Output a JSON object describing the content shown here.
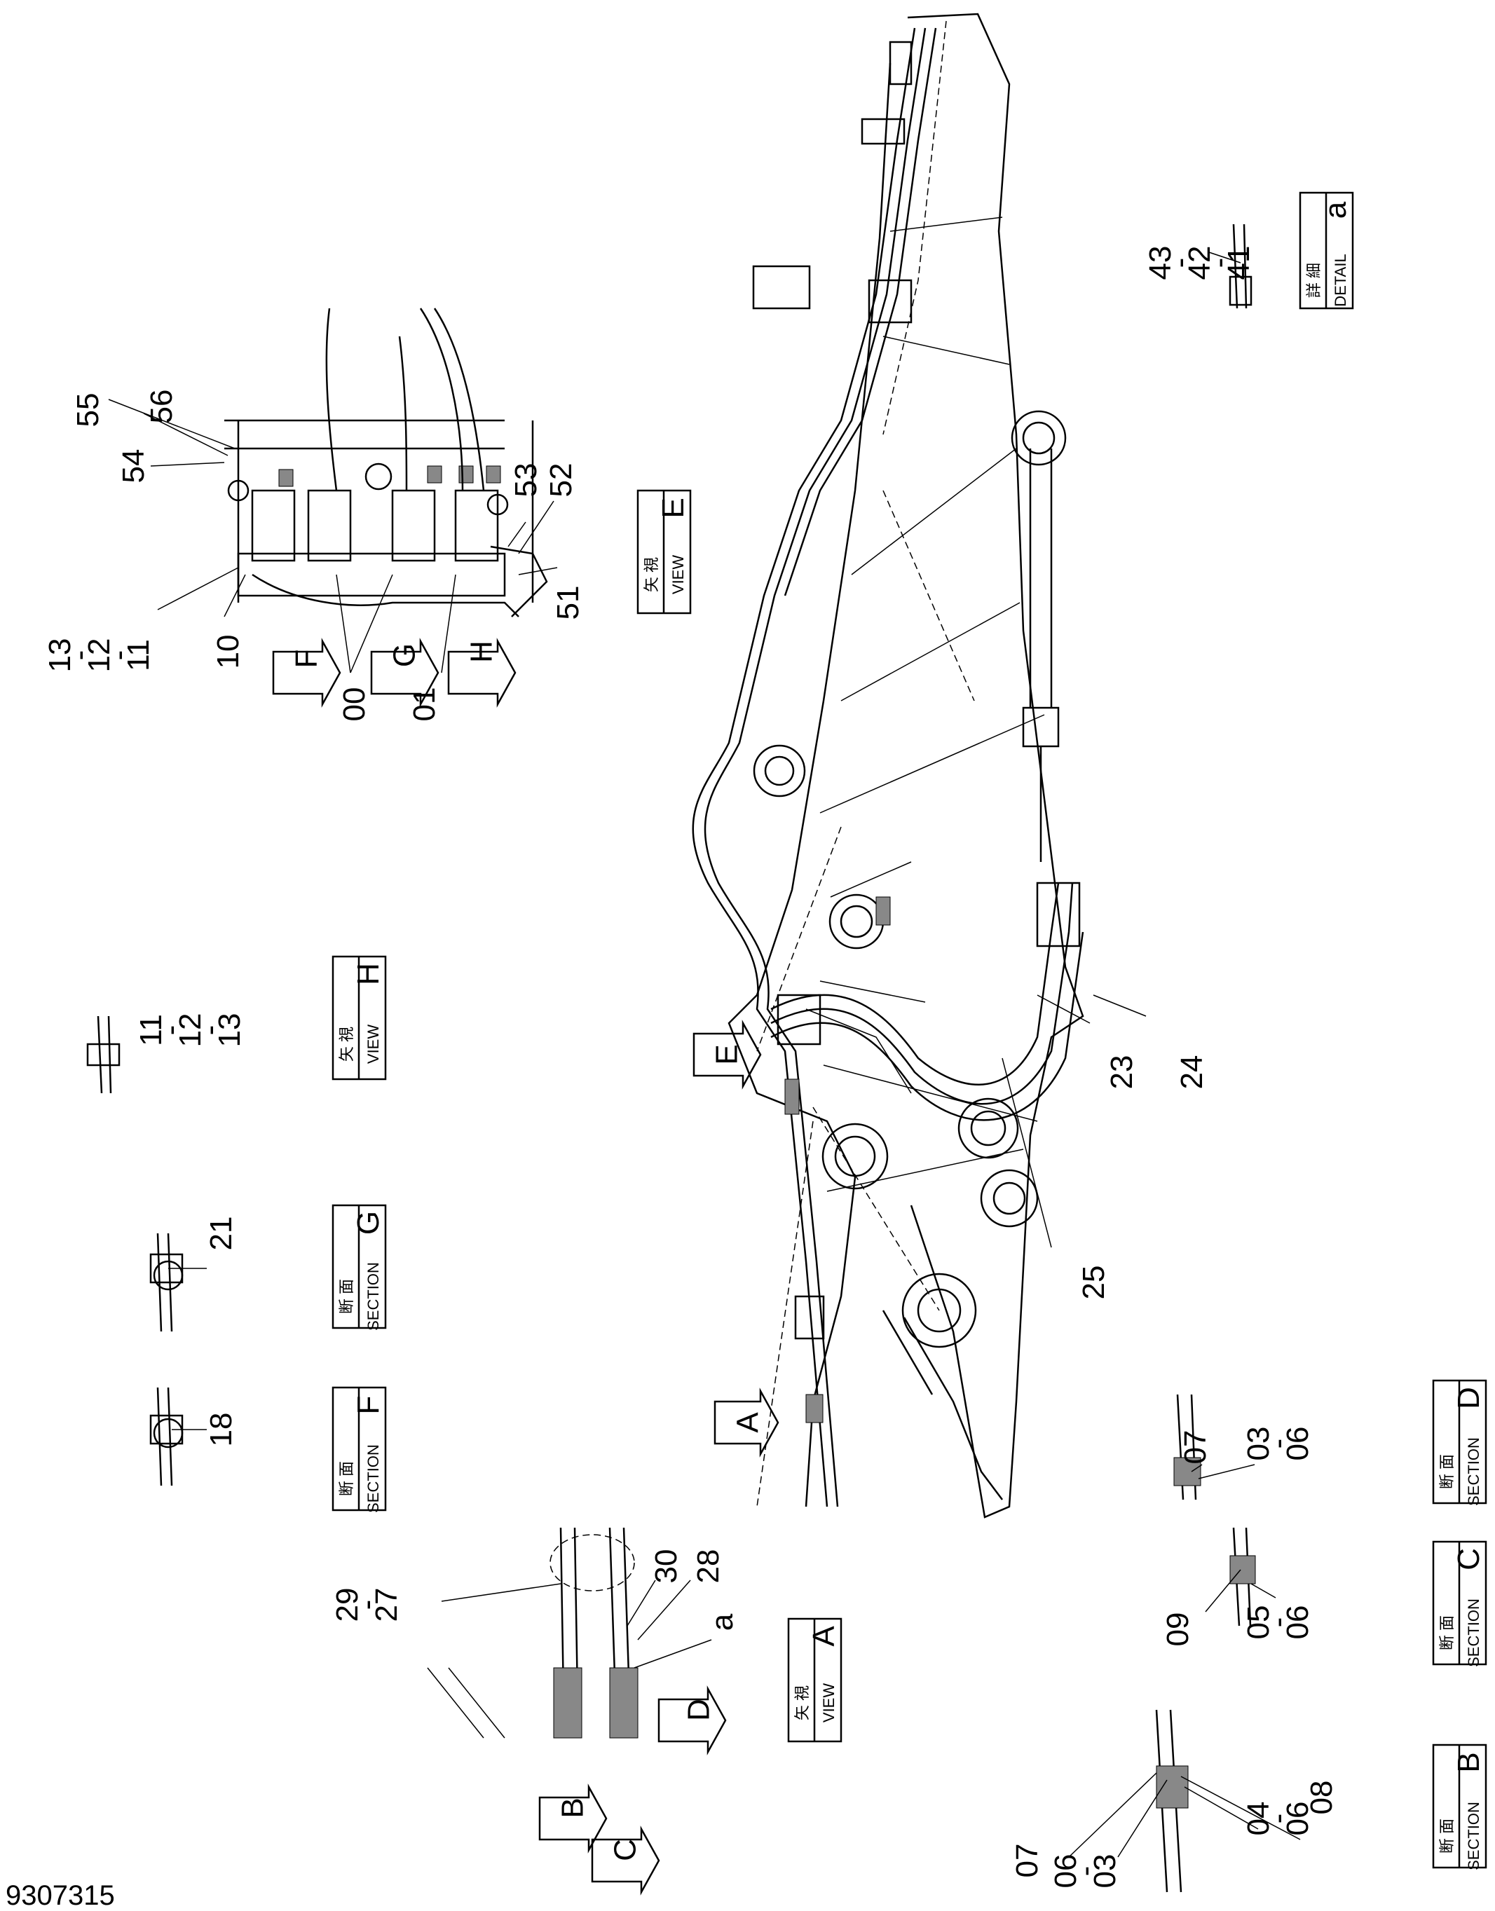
{
  "drawing_number": "9307315",
  "views": {
    "detail_a": {
      "jp": "詳 細",
      "en": "DETAIL",
      "letter": "a"
    },
    "view_e": {
      "jp": "矢 視",
      "en": "VIEW",
      "letter": "E"
    },
    "view_h": {
      "jp": "矢 視",
      "en": "VIEW",
      "letter": "H"
    },
    "section_g": {
      "jp": "断 面",
      "en": "SECTION",
      "letter": "G"
    },
    "section_f": {
      "jp": "断 面",
      "en": "SECTION",
      "letter": "F"
    },
    "view_a": {
      "jp": "矢 視",
      "en": "VIEW",
      "letter": "A"
    },
    "section_d": {
      "jp": "断 面",
      "en": "SECTION",
      "letter": "D"
    },
    "section_c": {
      "jp": "断 面",
      "en": "SECTION",
      "letter": "C"
    },
    "section_b": {
      "jp": "断 面",
      "en": "SECTION",
      "letter": "B"
    }
  },
  "arrows": {
    "e": "E",
    "f": "F",
    "g": "G",
    "h": "H",
    "a": "A",
    "b": "B",
    "c": "C",
    "d": "D"
  },
  "callouts": {
    "p43_41": [
      "43",
      "-",
      "42",
      "-",
      "41"
    ],
    "p55": "55",
    "p56": "56",
    "p54": "54",
    "p53": "53",
    "p52": "52",
    "p51": "51",
    "p13_11": [
      "13",
      "-",
      "12",
      "-",
      "11"
    ],
    "p10": "10",
    "p00": "00",
    "p01": "01",
    "p11_13": [
      "11",
      "-",
      "12",
      "-",
      "13"
    ],
    "p21": "21",
    "p18": "18",
    "p23": "23",
    "p24": "24",
    "p25": "25",
    "p30": "30",
    "p28": "28",
    "p29_27": [
      "29",
      "-",
      "27"
    ],
    "pa": "a",
    "p07_d": "07",
    "p03_06_d": [
      "03",
      "-",
      "06"
    ],
    "p09": "09",
    "p05_06": [
      "05",
      "-",
      "06"
    ],
    "p07_b": "07",
    "p06_03": [
      "06",
      "-",
      "03"
    ],
    "p08": "08",
    "p04_06": [
      "04",
      "-",
      "06"
    ]
  }
}
